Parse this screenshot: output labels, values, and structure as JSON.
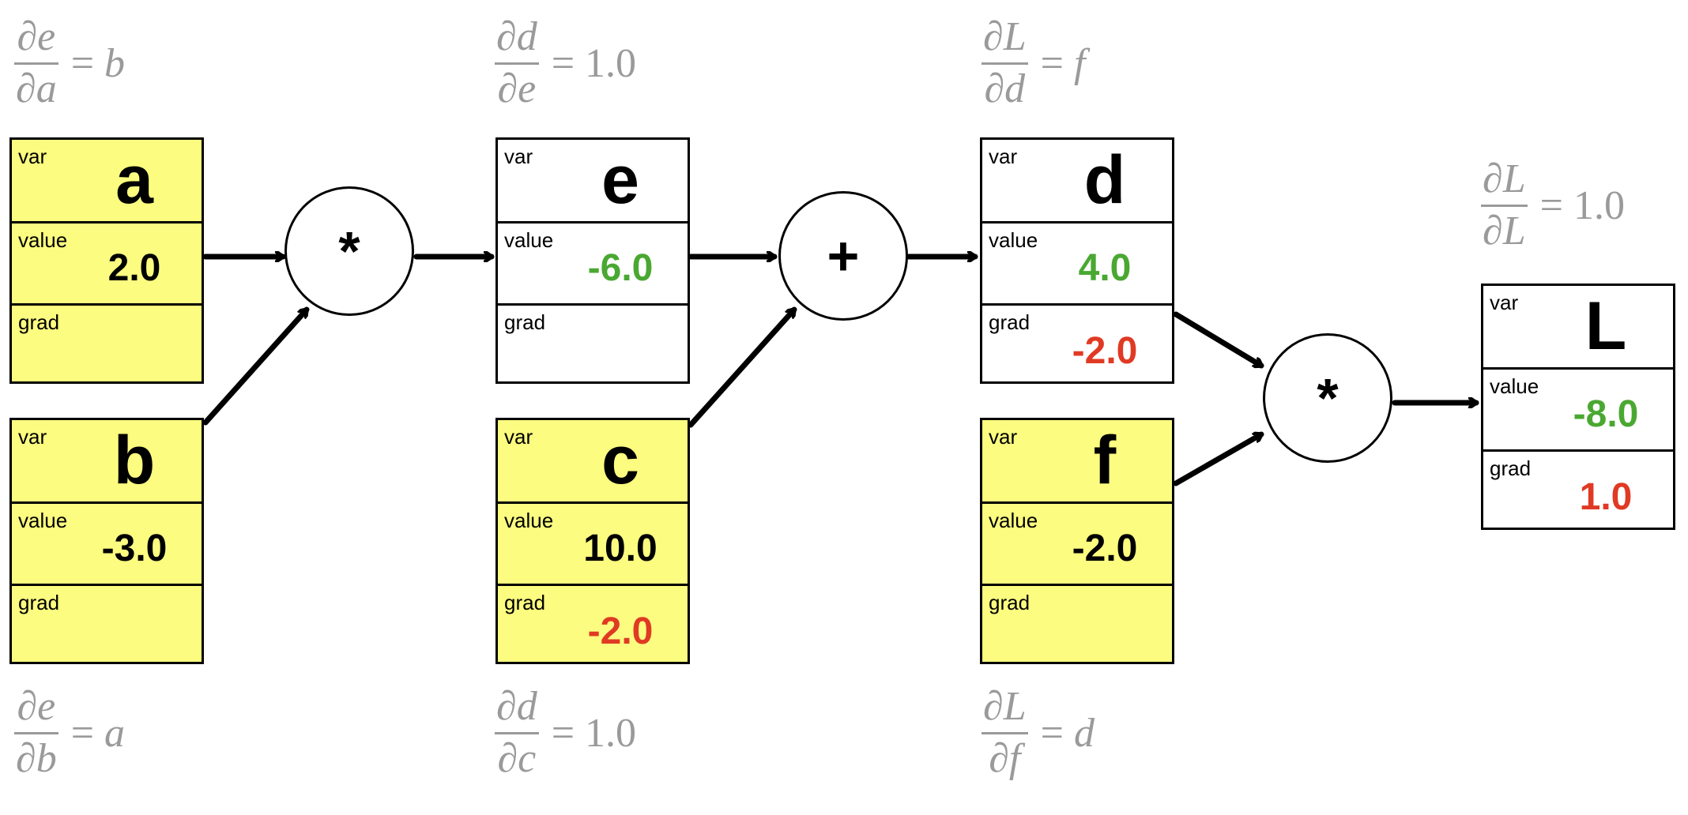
{
  "colors": {
    "leaf_fill": "#fcfc80",
    "value_color": "#4aa832",
    "grad_color": "#e03a24",
    "plain_value_color": "#000000",
    "annotation_color": "#9a9a9a"
  },
  "row_labels": {
    "var": "var",
    "value": "value",
    "grad": "grad"
  },
  "nodes": {
    "a": {
      "name": "a",
      "value": "2.0",
      "grad": ""
    },
    "b": {
      "name": "b",
      "value": "-3.0",
      "grad": ""
    },
    "e": {
      "name": "e",
      "value": "-6.0",
      "grad": ""
    },
    "c": {
      "name": "c",
      "value": "10.0",
      "grad": "-2.0"
    },
    "d": {
      "name": "d",
      "value": "4.0",
      "grad": "-2.0"
    },
    "f": {
      "name": "f",
      "value": "-2.0",
      "grad": ""
    },
    "L": {
      "name": "L",
      "value": "-8.0",
      "grad": "1.0"
    }
  },
  "ops": {
    "op1": "*",
    "op2": "+",
    "op3": "*"
  },
  "annotations": {
    "de_da": {
      "num": "∂e",
      "den": "∂a",
      "rhs": "= ",
      "rhs_var": "b"
    },
    "de_db": {
      "num": "∂e",
      "den": "∂b",
      "rhs": "= ",
      "rhs_var": "a"
    },
    "dd_de": {
      "num": "∂d",
      "den": "∂e",
      "rhs": "= 1.0",
      "rhs_var": ""
    },
    "dd_dc": {
      "num": "∂d",
      "den": "∂c",
      "rhs": "= 1.0",
      "rhs_var": ""
    },
    "dL_dd": {
      "num": "∂L",
      "den": "∂d",
      "rhs": "= ",
      "rhs_var": "f"
    },
    "dL_df": {
      "num": "∂L",
      "den": "∂f",
      "rhs": "= ",
      "rhs_var": "d"
    },
    "dL_dL": {
      "num": "∂L",
      "den": "∂L",
      "rhs": "= 1.0",
      "rhs_var": ""
    }
  }
}
